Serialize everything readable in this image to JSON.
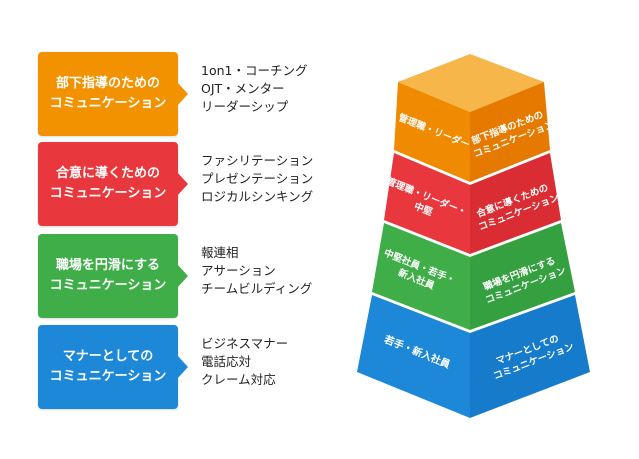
{
  "rows": [
    {
      "key": "subordinate",
      "title_lines": [
        "部下指導のための",
        "コミュニケーション"
      ],
      "desc_lines": [
        "1on1・コーチング",
        "OJT・メンター",
        "リーダーシップ"
      ],
      "color": "#f39200"
    },
    {
      "key": "guide",
      "title_lines": [
        "合意に導くための",
        "コミュニケーション"
      ],
      "desc_lines": [
        "ファシリテーション",
        "プレゼンテーション",
        "ロジカルシンキング"
      ],
      "color": "#e8383d"
    },
    {
      "key": "workplace",
      "title_lines": [
        "職場を円滑にする",
        "コミュニケーション"
      ],
      "desc_lines": [
        "報連相",
        "アサーション",
        "チームビルディング"
      ],
      "color": "#3fae49"
    },
    {
      "key": "manners",
      "title_lines": [
        "マナーとしての",
        "コミュニケーション"
      ],
      "desc_lines": [
        "ビジネスマナー",
        "電話応対",
        "クレーム対応"
      ],
      "color": "#1e88d8"
    }
  ],
  "pyramid": {
    "tiers": [
      {
        "left_lines": [
          "管理職・リーダー"
        ],
        "right_lines": [
          "部下指導のための",
          "コミュニケーション"
        ],
        "colors": {
          "top": "#f7b64a",
          "left": "#f08a00",
          "right": "#e67a00"
        }
      },
      {
        "left_lines": [
          "管理職・リーダー・",
          "中堅"
        ],
        "right_lines": [
          "合意に導くための",
          "コミュニケーション"
        ],
        "colors": {
          "left": "#e8383d",
          "right": "#d92d33"
        }
      },
      {
        "left_lines": [
          "中堅社員・若手・",
          "新入社員"
        ],
        "right_lines": [
          "職場を円滑にする",
          "コミュニケーション"
        ],
        "colors": {
          "left": "#3fae49",
          "right": "#34a03f"
        }
      },
      {
        "left_lines": [
          "若手・新入社員"
        ],
        "right_lines": [
          "マナーとしての",
          "コミュニケーション"
        ],
        "colors": {
          "left": "#1e88d8",
          "right": "#167bca"
        }
      }
    ]
  }
}
